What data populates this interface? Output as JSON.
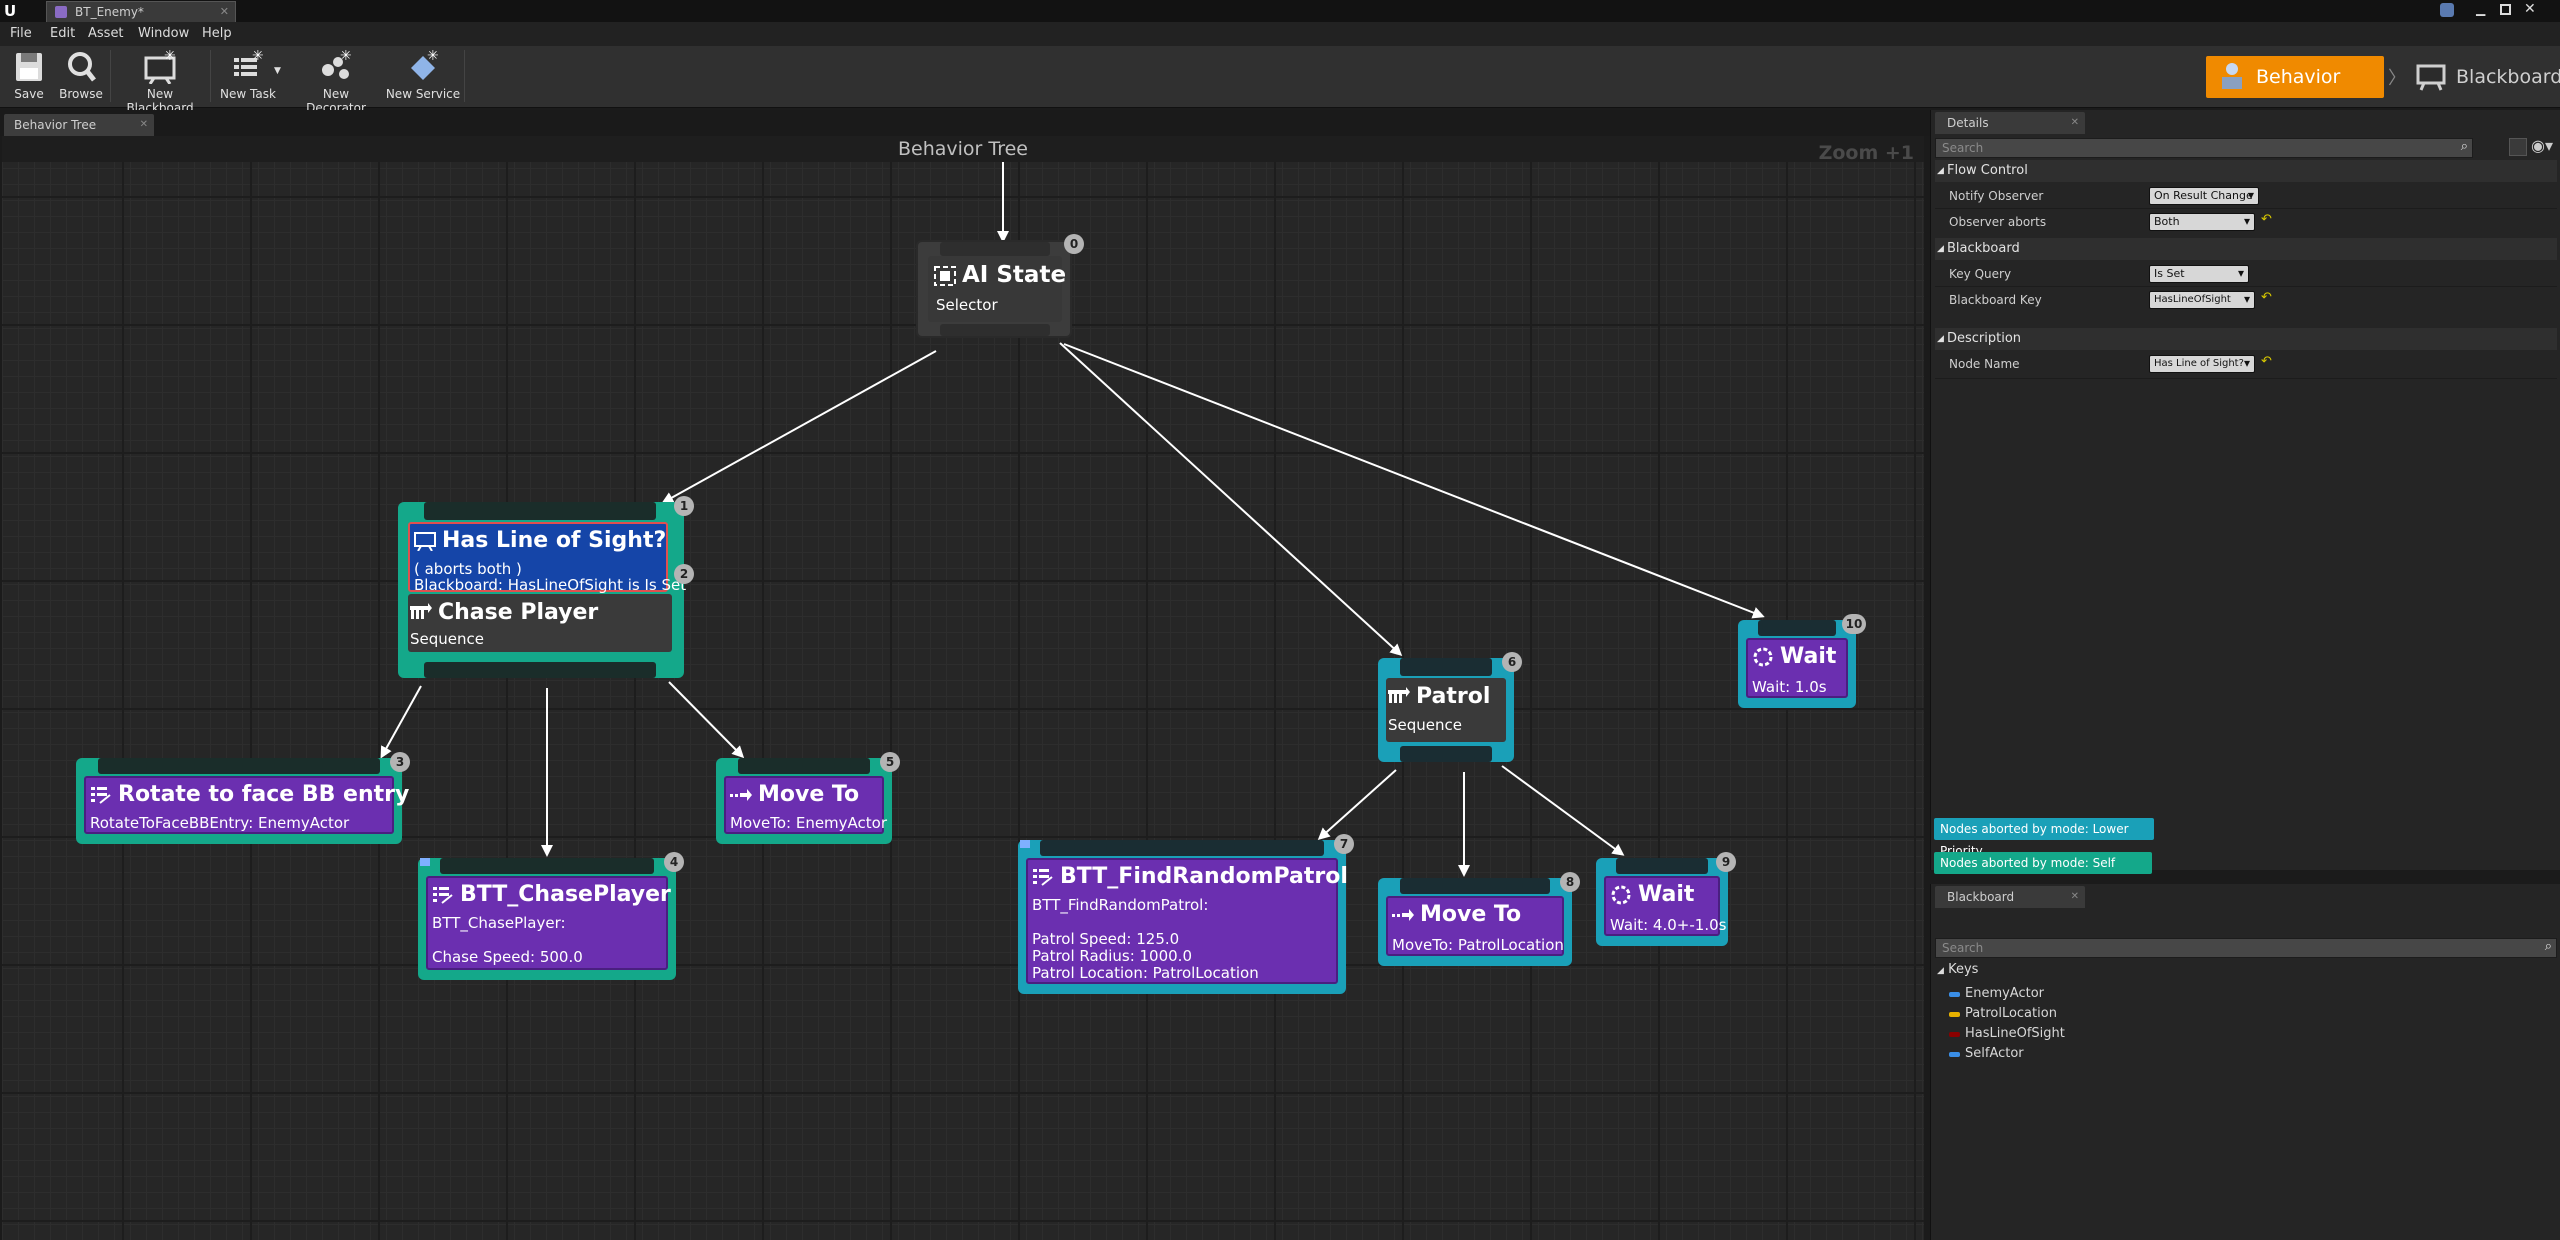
{
  "window": {
    "tab_title": "BT_Enemy*"
  },
  "menu": [
    "File",
    "Edit",
    "Asset",
    "Window",
    "Help"
  ],
  "toolbar": {
    "save": "Save",
    "browse": "Browse",
    "new_blackboard": "New Blackboard",
    "new_task": "New Task",
    "new_decorator": "New Decorator",
    "new_service": "New Service"
  },
  "modes": {
    "behavior_tree": "Behavior Tree",
    "blackboard": "Blackboard"
  },
  "graph": {
    "tab": "Behavior Tree",
    "header": "Behavior Tree",
    "zoom": "Zoom +1"
  },
  "nodes": {
    "ai_state": {
      "title": "AI State",
      "type": "Selector",
      "index": "0"
    },
    "chase_decorator": {
      "title": "Has Line of Sight?",
      "line1": "( aborts both )",
      "line2": "Blackboard: HasLineOfSight is Is Set",
      "index": "1",
      "index2": "2"
    },
    "chase_player": {
      "title": "Chase Player",
      "type": "Sequence"
    },
    "rotate": {
      "title": "Rotate to face BB entry",
      "desc": "RotateToFaceBBEntry: EnemyActor",
      "index": "3"
    },
    "bttchase": {
      "title": "BTT_ChasePlayer",
      "desc1": "BTT_ChasePlayer:",
      "desc2": "Chase Speed: 500.0",
      "index": "4"
    },
    "moveto1": {
      "title": "Move To",
      "desc": "MoveTo: EnemyActor",
      "index": "5"
    },
    "patrol": {
      "title": "Patrol",
      "type": "Sequence",
      "index": "6"
    },
    "findpatrol": {
      "title": "BTT_FindRandomPatrol",
      "desc1": "BTT_FindRandomPatrol:",
      "desc2": "Patrol Speed: 125.0",
      "desc3": "Patrol Radius: 1000.0",
      "desc4": "Patrol Location: PatrolLocation",
      "index": "7"
    },
    "moveto2": {
      "title": "Move To",
      "desc": "MoveTo: PatrolLocation",
      "index": "8"
    },
    "wait2": {
      "title": "Wait",
      "desc": "Wait: 4.0+-1.0s",
      "index": "9"
    },
    "wait1": {
      "title": "Wait",
      "desc": "Wait: 1.0s",
      "index": "10"
    }
  },
  "details": {
    "tab": "Details",
    "search_placeholder": "Search",
    "flow_control": {
      "header": "Flow Control",
      "notify_observer_label": "Notify Observer",
      "notify_observer_value": "On Result Change",
      "observer_aborts_label": "Observer aborts",
      "observer_aborts_value": "Both"
    },
    "blackboard": {
      "header": "Blackboard",
      "key_query_label": "Key Query",
      "key_query_value": "Is Set",
      "blackboard_key_label": "Blackboard Key",
      "blackboard_key_value": "HasLineOfSight"
    },
    "description": {
      "header": "Description",
      "node_name_label": "Node Name",
      "node_name_value": "Has Line of Sight?"
    }
  },
  "legend": {
    "lower_priority": "Nodes aborted by mode: Lower Priority",
    "self": "Nodes aborted by mode: Self",
    "lower_priority_color": "#1aa0b8",
    "self_color": "#14a88a"
  },
  "blackboard_panel": {
    "tab": "Blackboard",
    "search_placeholder": "Search",
    "keys_header": "Keys",
    "keys": [
      {
        "name": "EnemyActor",
        "color": "#3a8ee6"
      },
      {
        "name": "PatrolLocation",
        "color": "#e6b000"
      },
      {
        "name": "HasLineOfSight",
        "color": "#8a0000"
      },
      {
        "name": "SelfActor",
        "color": "#3a8ee6"
      }
    ]
  }
}
